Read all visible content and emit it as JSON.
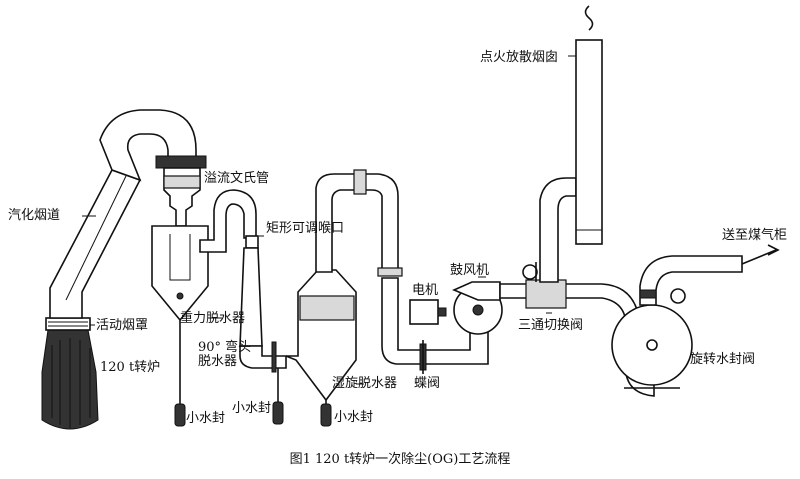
{
  "labels": {
    "ignition_stack": "点火放散烟囱",
    "overflow_venturi": "溢流文氏管",
    "rect_adjustable_throat": "矩形可调喉口",
    "vaporization_flue": "汽化烟道",
    "movable_hood": "活动烟罩",
    "converter": "120 t转炉",
    "gravity_dehydrator": "重力脱水器",
    "elbow_dehydrator_line1": "90° 弯头",
    "elbow_dehydrator_line2": "脱水器",
    "water_seal_1": "小水封",
    "water_seal_2": "小水封",
    "water_seal_3": "小水封",
    "wet_cyclone_dehydrator": "湿旋脱水器",
    "butterfly_valve": "蝶阀",
    "motor": "电机",
    "blower": "鼓风机",
    "three_way_valve": "三通切换阀",
    "to_gas_holder": "送至煤气柜",
    "rotary_water_seal_valve": "旋转水封阀"
  },
  "caption": "图1 120 t转炉一次除尘(OG)工艺流程"
}
